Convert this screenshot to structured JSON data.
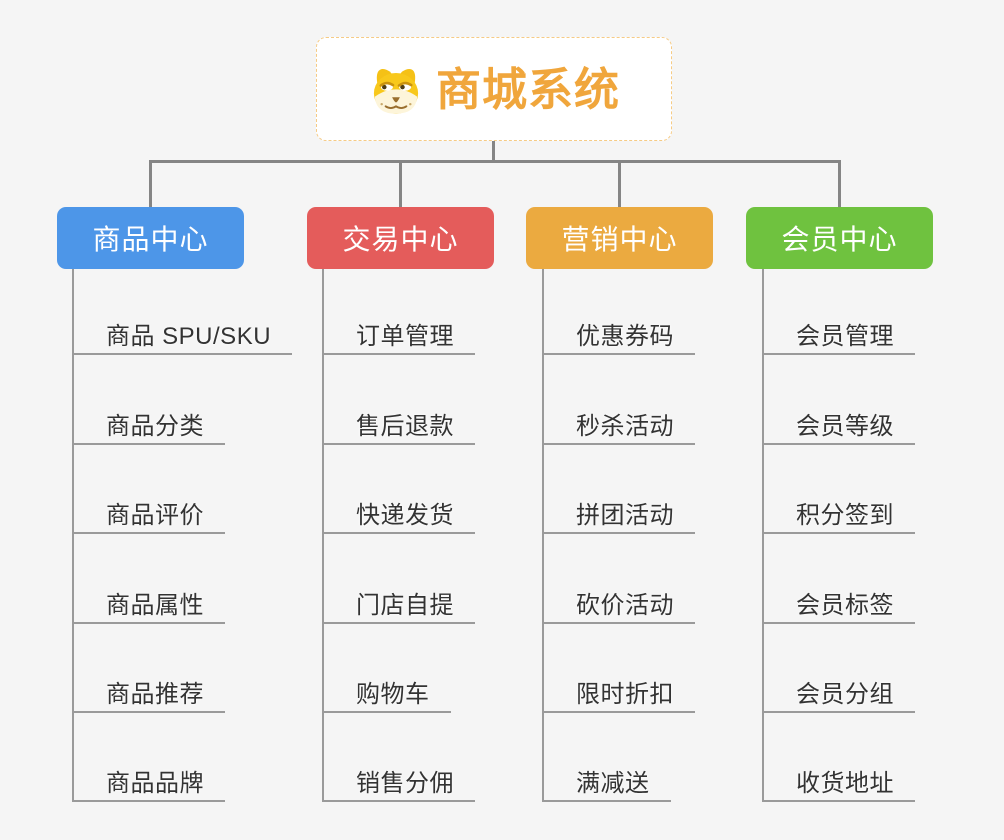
{
  "root": {
    "title": "商城系统",
    "icon": "doge-icon"
  },
  "branches": [
    {
      "label": "商品中心",
      "color": "#4d96e8",
      "items": [
        "商品 SPU/SKU",
        "商品分类",
        "商品评价",
        "商品属性",
        "商品推荐",
        "商品品牌"
      ]
    },
    {
      "label": "交易中心",
      "color": "#e45c5b",
      "items": [
        "订单管理",
        "售后退款",
        "快递发货",
        "门店自提",
        "购物车",
        "销售分佣"
      ]
    },
    {
      "label": "营销中心",
      "color": "#ebaa40",
      "items": [
        "优惠券码",
        "秒杀活动",
        "拼团活动",
        "砍价活动",
        "限时折扣",
        "满减送"
      ]
    },
    {
      "label": "会员中心",
      "color": "#6fc23f",
      "items": [
        "会员管理",
        "会员等级",
        "积分签到",
        "会员标签",
        "会员分组",
        "收货地址"
      ]
    }
  ],
  "colors": {
    "background": "#f5f5f5",
    "connector": "#858585",
    "underline": "#9a9a9a",
    "item_text": "#333333",
    "root_accent": "#f0a63c",
    "root_border": "#f6cb85"
  }
}
